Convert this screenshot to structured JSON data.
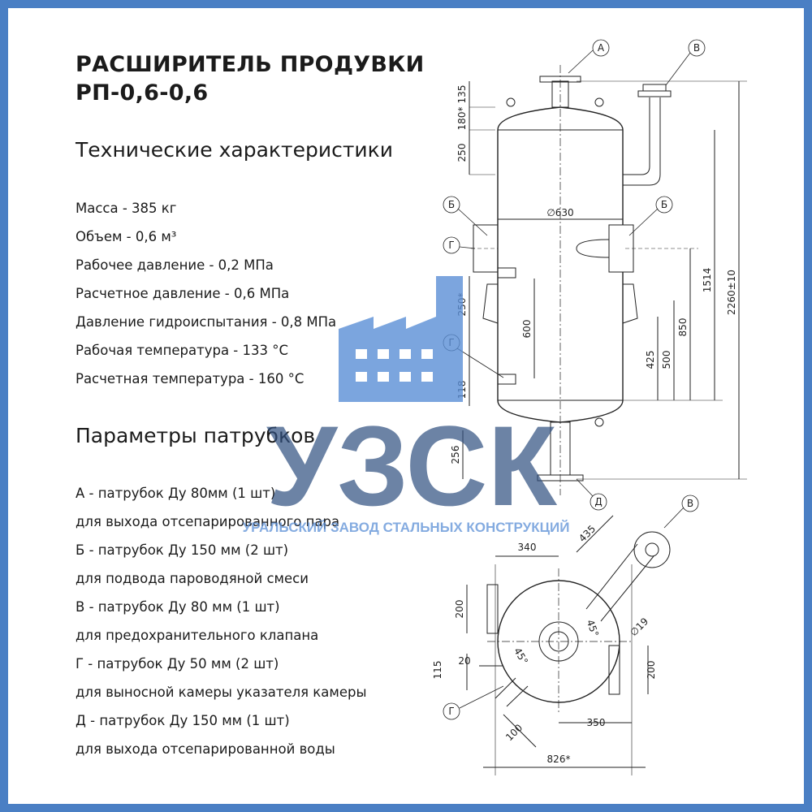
{
  "title_line1": "РАСШИРИТЕЛЬ ПРОДУВКИ",
  "title_line2": "РП-0,6-0,6",
  "specs_heading": "Технические характеристики",
  "specs": [
    "Масса - 385 кг",
    "Объем - 0,6 м³",
    "Рабочее давление - 0,2 МПа",
    "Расчетное давление - 0,6 МПа",
    "Давление гидроиспытания - 0,8 МПа",
    "Рабочая температура - 133 °С",
    "Расчетная температура - 160 °С"
  ],
  "nozzles_heading": "Параметры патрубков",
  "nozzles": [
    "А - патрубок Ду 80мм (1 шт)",
    "для выхода отсепарированного пара",
    "Б - патрубок Ду 150 мм (2 шт)",
    "для подвода пароводяной смеси",
    "В - патрубок Ду 80 мм (1 шт)",
    "для предохранительного клапана",
    "Г - патрубок Ду 50 мм (2 шт)",
    "для выносной камеры указателя камеры",
    "Д - патрубок Ду 150 мм (1 шт)",
    "для выхода отсепарированной воды"
  ],
  "watermark": {
    "letters": "УЗСК",
    "tagline": "УРАЛЬСКИЙ ЗАВОД СТАЛЬНЫХ КОНСТРУКЦИЙ",
    "color_dark": "#2f4f7f",
    "color_light": "#5b8fd6"
  },
  "drawing": {
    "labels": {
      "A": "А",
      "B": "В",
      "B_top": "В",
      "BE_left": "Б",
      "BE_right": "Б",
      "G1": "Г",
      "G2": "Г",
      "G_plan": "Г",
      "D": "Д"
    },
    "dims": {
      "d135": "135",
      "d180": "180*",
      "d250": "250",
      "d630": "∅630",
      "d250s": "250*",
      "d600": "600",
      "d118": "118",
      "d425": "425",
      "d500": "500",
      "d850": "850",
      "d1514": "1514",
      "d2260": "2260±10",
      "d256": "256",
      "d340": "340",
      "d435": "435",
      "d200a": "200",
      "d45a": "45°",
      "d19": "∅19",
      "d45b": "45°",
      "d115": "115",
      "d20": "20",
      "d200b": "200",
      "d350": "350",
      "d100": "100",
      "d826": "826*"
    }
  }
}
